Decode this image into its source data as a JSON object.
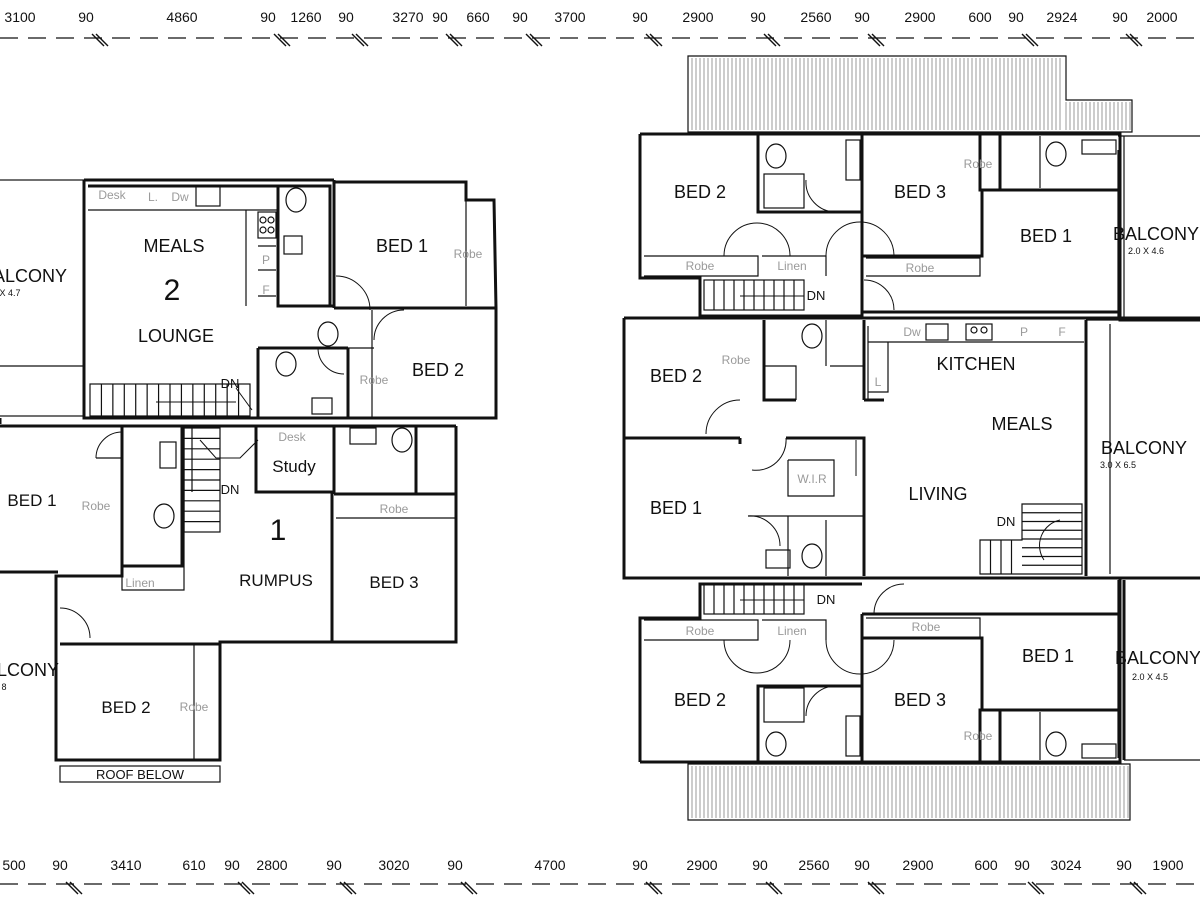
{
  "dimensions": {
    "top": [
      "3100",
      "90",
      "4860",
      "90",
      "1260",
      "90",
      "3270",
      "90",
      "660",
      "90",
      "3700",
      "90",
      "2900",
      "90",
      "2560",
      "90",
      "2900",
      "600",
      "90",
      "2924",
      "90",
      "2000"
    ],
    "bottom": [
      "500",
      "90",
      "3410",
      "610",
      "90",
      "2800",
      "90",
      "3020",
      "90",
      "4700",
      "90",
      "2900",
      "90",
      "2560",
      "90",
      "2900",
      "600",
      "90",
      "3024",
      "90",
      "1900"
    ]
  },
  "left_plan": {
    "upper": {
      "meals": "MEALS",
      "unit_number": "2",
      "lounge": "LOUNGE",
      "bed1": "BED 1",
      "bed2": "BED 2",
      "balcony": "ALCONY",
      "balcony_size": "X 4.7",
      "fixtures": {
        "desk": "Desk",
        "l": "L.",
        "dw": "Dw",
        "p": "P",
        "f": "F",
        "robe1": "Robe",
        "robe2": "Robe"
      },
      "stair_dn": "DN"
    },
    "lower": {
      "bed1": "BED 1",
      "study": "Study",
      "unit_number": "1",
      "rumpus": "RUMPUS",
      "bed3": "BED 3",
      "bed2": "BED 2",
      "balcony": "ALCONY",
      "balcony_size": "8",
      "roof_below": "ROOF BELOW",
      "fixtures": {
        "robe_bed1": "Robe",
        "desk": "Desk",
        "robe_bed3": "Robe",
        "linen": "Linen",
        "robe_bed2": "Robe"
      },
      "stair_dn": "DN"
    }
  },
  "right_plan": {
    "top_unit": {
      "bed2": "BED 2",
      "bed3": "BED 3",
      "bed1": "BED 1",
      "balcony": "BALCONY",
      "balcony_size": "2.0 X 4.6",
      "robe_a": "Robe",
      "linen": "Linen",
      "robe_b": "Robe",
      "robe_c": "Robe",
      "stair_dn": "DN"
    },
    "middle_unit": {
      "bed2": "BED 2",
      "bed1": "BED 1",
      "kitchen": "KITCHEN",
      "meals": "MEALS",
      "living": "LIVING",
      "balcony": "BALCONY",
      "balcony_size": "3.0 X 6.5",
      "wir": "W.I.R",
      "robe": "Robe",
      "stair_dn": "DN",
      "fixtures": {
        "dw": "Dw",
        "p": "P",
        "f": "F",
        "l": "L"
      }
    },
    "bottom_unit": {
      "bed2": "BED 2",
      "bed3": "BED 3",
      "bed1": "BED 1",
      "balcony": "BALCONY",
      "balcony_size": "2.0 X 4.5",
      "robe_a": "Robe",
      "linen": "Linen",
      "robe_b": "Robe",
      "robe_c": "Robe",
      "stair_dn": "DN"
    }
  }
}
